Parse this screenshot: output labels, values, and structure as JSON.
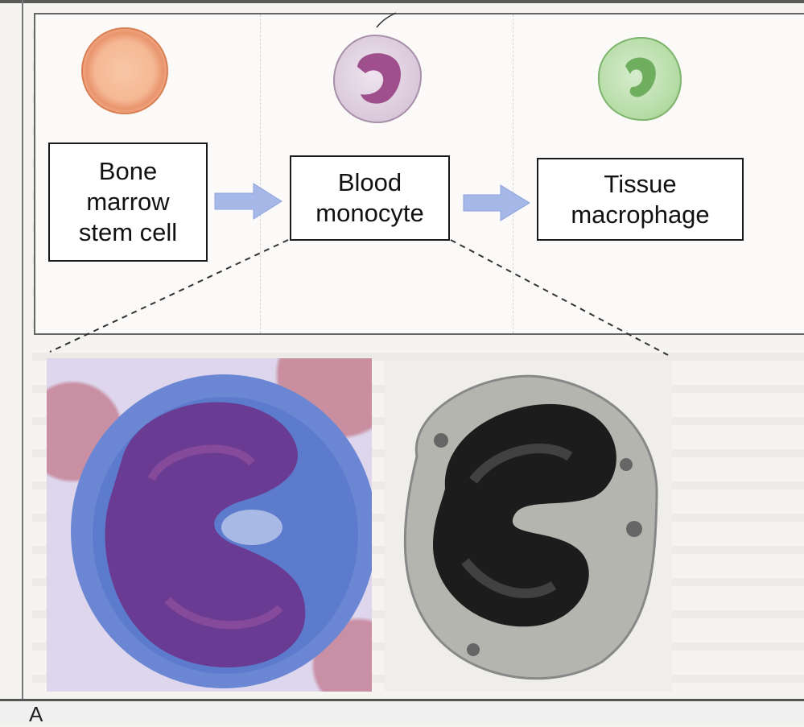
{
  "stages": [
    {
      "label_lines": [
        "Bone",
        "marrow",
        "stem cell"
      ]
    },
    {
      "label_lines": [
        "Blood",
        "monocyte"
      ]
    },
    {
      "label_lines": [
        "Tissue",
        "macrophage"
      ]
    }
  ],
  "colors": {
    "stem_cell": "#f0a682",
    "monocyte": "#d5c5d6",
    "monocyte_nucleus": "#9e4f8c",
    "macrophage": "#a9d49a",
    "macrophage_nucleus": "#6fae5f",
    "arrow": "#a6b8e8",
    "stain_cytoplasm": "#5f7fd0",
    "stain_nucleus": "#6a3b92",
    "em_cytoplasm": "#b5b5b0",
    "em_nucleus": "#1c1c1c"
  },
  "icons": [
    "stem-cell-icon",
    "monocyte-icon",
    "macrophage-icon",
    "arrow-right-icon"
  ],
  "figure_label": "A"
}
